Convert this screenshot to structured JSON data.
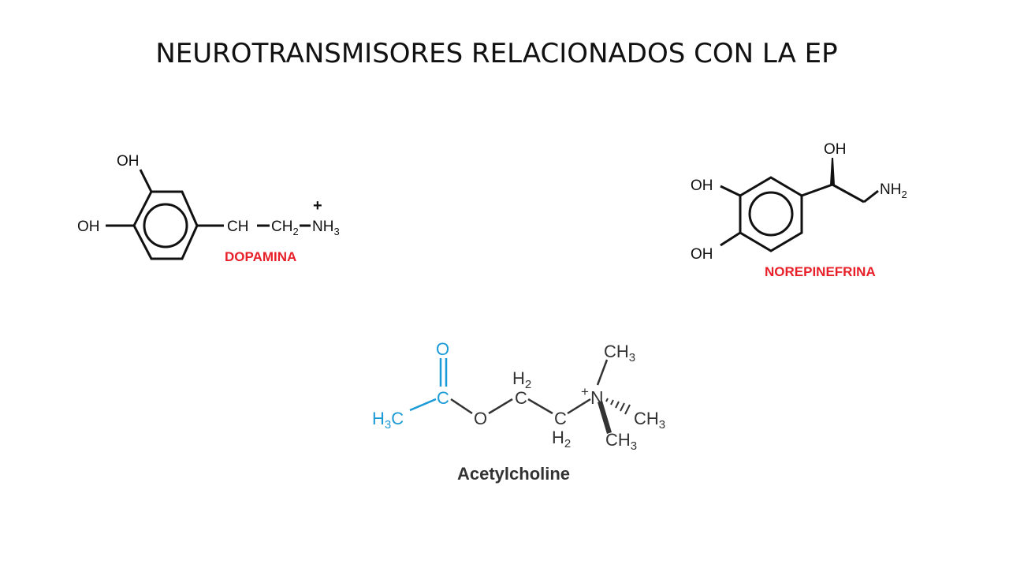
{
  "slide": {
    "title": "NEUROTRANSMISORES RELACIONADOS CON LA EP"
  },
  "dopamine": {
    "caption": "DOPAMINA",
    "oh_top": "OH",
    "oh_left": "OH",
    "ch": "CH",
    "ch2": "CH",
    "ch2_sub": "2",
    "nh3": "NH",
    "nh3_sub": "3",
    "charge": "+"
  },
  "norepinephrine": {
    "caption": "NOREPINEFRINA",
    "oh_side": "OH",
    "oh_1": "OH",
    "oh_2": "OH",
    "nh2": "NH",
    "nh2_sub": "2"
  },
  "acetylcholine": {
    "caption": "Acetylcholine",
    "o_carbonyl": "O",
    "c_carbonyl": "C",
    "methyl": "H",
    "methyl_sub": "3",
    "methyl_c": "C",
    "o_ester": "O",
    "c1": "C",
    "c1_h": "H",
    "c1_h_sub": "2",
    "c2": "C",
    "c2_h": "H",
    "c2_h_sub": "2",
    "n": "N",
    "n_charge": "+",
    "ch3_top": "CH",
    "ch3_top_sub": "3",
    "ch3_right": "CH",
    "ch3_right_sub": "3",
    "ch3_bottom": "CH",
    "ch3_bottom_sub": "3"
  },
  "colors": {
    "text": "#111111",
    "caption_red": "#e8202a",
    "acetyl_blue": "#1a9ad6",
    "caption_dark": "#333333"
  }
}
